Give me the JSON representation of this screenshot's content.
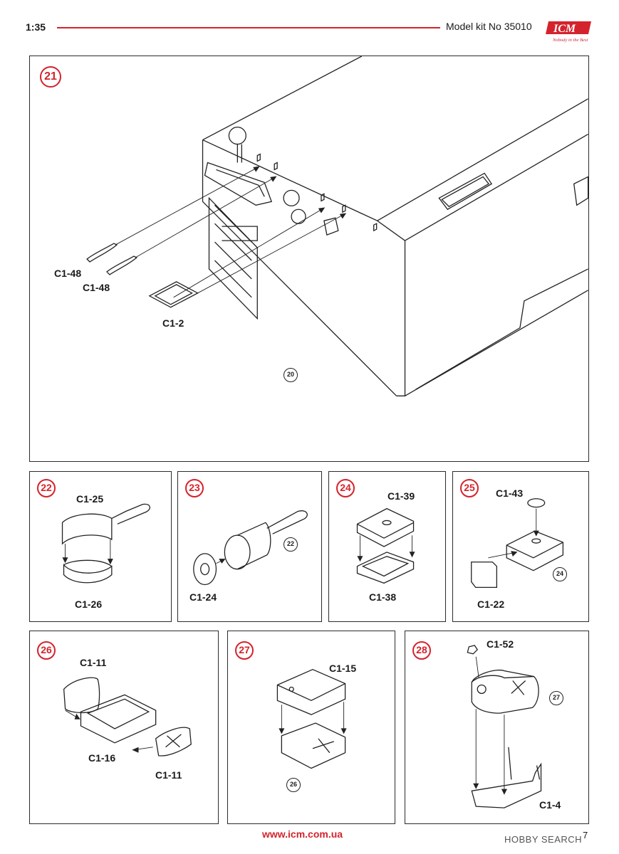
{
  "header": {
    "scale": "1:35",
    "kit_label": "Model kit No 35010",
    "logo_text": "ICM",
    "logo_tagline": "Nobody in the Best"
  },
  "steps": [
    {
      "number": "21",
      "labels": [
        "C1-48",
        "C1-48",
        "C1-2"
      ],
      "ref": "20"
    },
    {
      "number": "22",
      "labels": [
        "C1-25",
        "C1-26"
      ]
    },
    {
      "number": "23",
      "labels": [
        "C1-24"
      ],
      "ref": "22"
    },
    {
      "number": "24",
      "labels": [
        "C1-39",
        "C1-38"
      ]
    },
    {
      "number": "25",
      "labels": [
        "C1-43",
        "C1-22"
      ],
      "ref": "24"
    },
    {
      "number": "26",
      "labels": [
        "C1-11",
        "C1-16",
        "C1-11"
      ]
    },
    {
      "number": "27",
      "labels": [
        "C1-15"
      ],
      "ref": "26"
    },
    {
      "number": "28",
      "labels": [
        "C1-52",
        "C1-4"
      ],
      "ref": "27"
    }
  ],
  "footer": {
    "url": "www.icm.com.ua",
    "page": "7",
    "watermark": "HOBBY SEARCH"
  },
  "colors": {
    "accent": "#d4232c",
    "ink": "#2b2b2b"
  }
}
